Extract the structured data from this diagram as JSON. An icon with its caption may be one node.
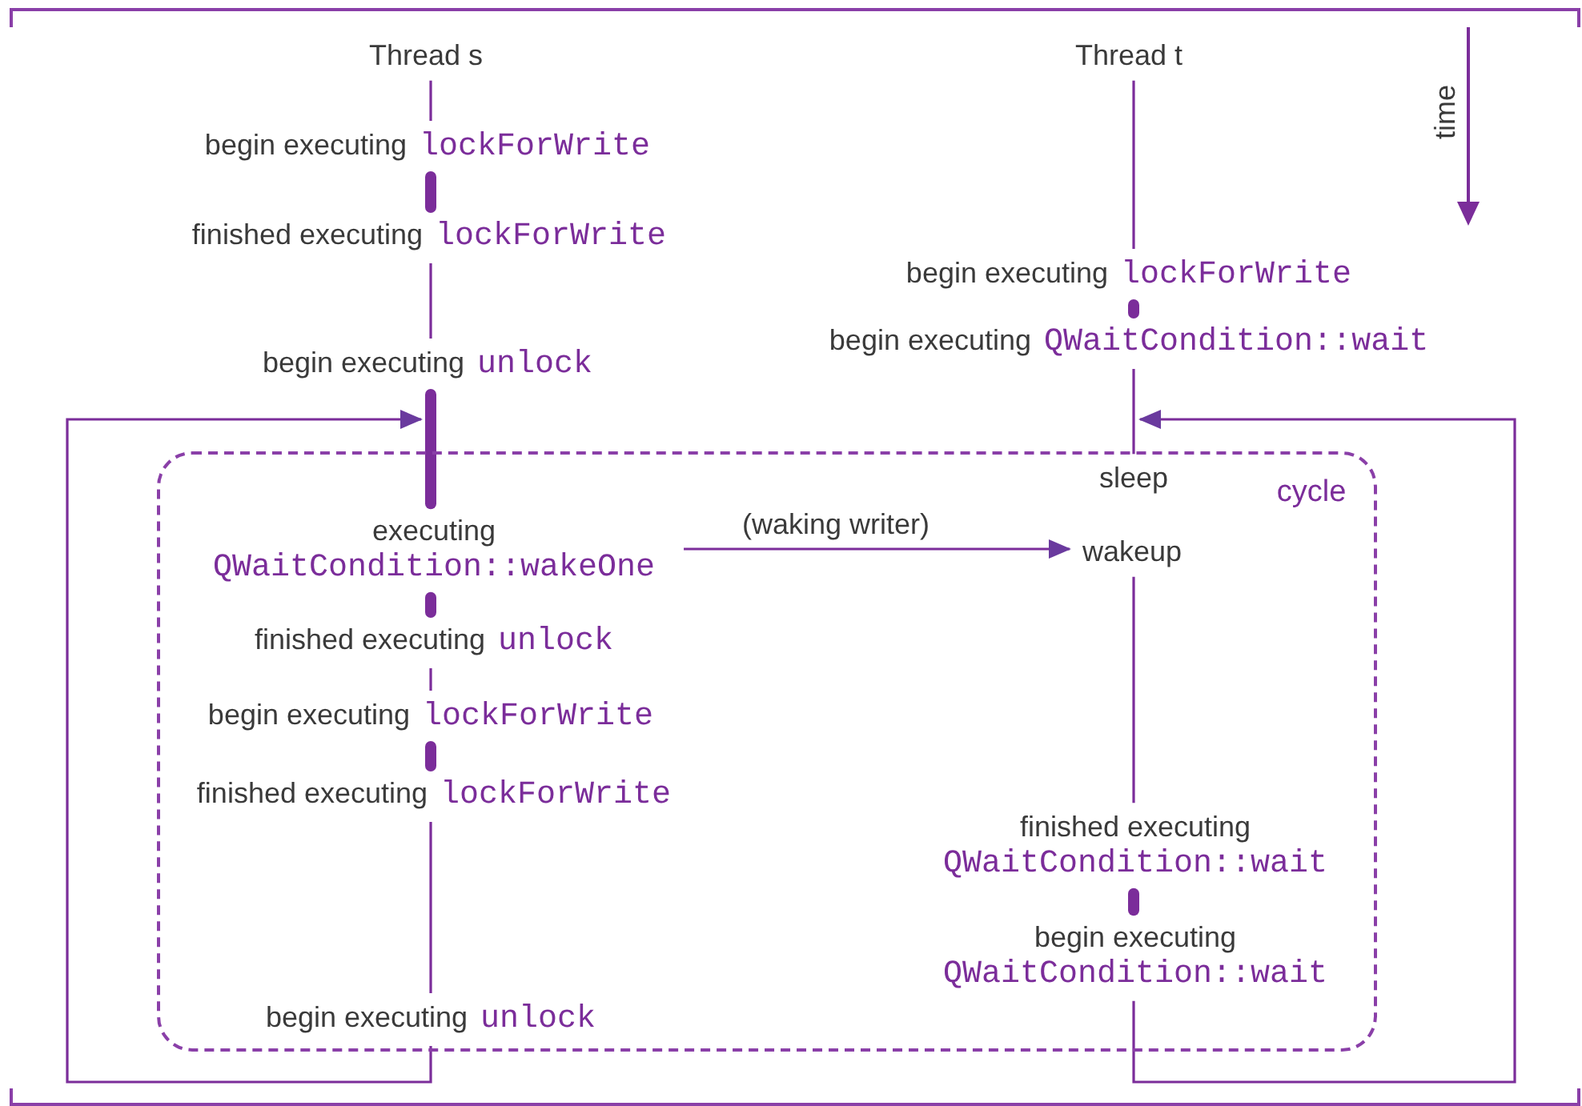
{
  "diagram": {
    "nodes": [
      {
        "text": [
          "Thread s"
        ]
      },
      {
        "text": [
          "begin executing",
          "lockForWrite"
        ]
      },
      {
        "text": [
          "finished executing",
          "lockForWrite"
        ]
      },
      {
        "text": [
          "begin executing",
          "unlock"
        ]
      },
      {
        "text": [
          "cycle"
        ]
      },
      {
        "text": [
          "executing",
          "QWaitCondition::wakeOne"
        ],
        "in": 4
      },
      {
        "text": [
          "finished executing",
          "unlock"
        ],
        "in": 4
      },
      {
        "text": [
          "begin executing",
          "lockForWrite"
        ],
        "in": 4
      },
      {
        "text": [
          "finished executing",
          "lockForWrite"
        ],
        "in": 4
      },
      {
        "text": [
          "begin executing",
          "unlock"
        ],
        "in": 4
      },
      {
        "text": [
          "Thread t"
        ]
      },
      {
        "text": [
          "begin executing",
          "lockForWrite"
        ]
      },
      {
        "text": [
          "begin executing",
          "QWaitCondition::wait"
        ]
      },
      {
        "text": [
          "sleep"
        ],
        "in": 4
      },
      {
        "text": [
          "wakeup"
        ],
        "in": 4
      },
      {
        "text": [
          "finished executing",
          "QWaitCondition::wait"
        ],
        "in": 4
      },
      {
        "text": [
          "begin executing",
          "QWaitCondition::wait"
        ],
        "in": 4
      }
    ],
    "edges": [
      {
        "from": 0,
        "to": 1,
        "arrow": "none"
      },
      {
        "from": 1,
        "to": 2,
        "arrow": "none",
        "style": "thick"
      },
      {
        "from": 2,
        "to": 3,
        "arrow": "none"
      },
      {
        "from": 3,
        "to": 5,
        "arrow": "none",
        "style": "thick"
      },
      {
        "from": 5,
        "to": 6,
        "arrow": "none",
        "style": "thick"
      },
      {
        "from": 6,
        "to": 7,
        "arrow": "none"
      },
      {
        "from": 7,
        "to": 8,
        "arrow": "none",
        "style": "thick"
      },
      {
        "from": 8,
        "to": 9,
        "arrow": "none"
      },
      {
        "from": 9,
        "to": 3,
        "arrow": "to"
      },
      {
        "from": 10,
        "to": 11,
        "arrow": "none"
      },
      {
        "from": 11,
        "to": 12,
        "arrow": "none",
        "style": "thick"
      },
      {
        "from": 12,
        "to": 13,
        "arrow": "none"
      },
      {
        "from": 5,
        "to": 14,
        "arrow": "to",
        "label": "(waking writer)"
      },
      {
        "from": 14,
        "to": 15,
        "arrow": "none"
      },
      {
        "from": 15,
        "to": 16,
        "arrow": "none",
        "style": "thick"
      },
      {
        "from": 16,
        "to": 13,
        "arrow": "to"
      }
    ],
    "labels": [
      "time"
    ]
  }
}
